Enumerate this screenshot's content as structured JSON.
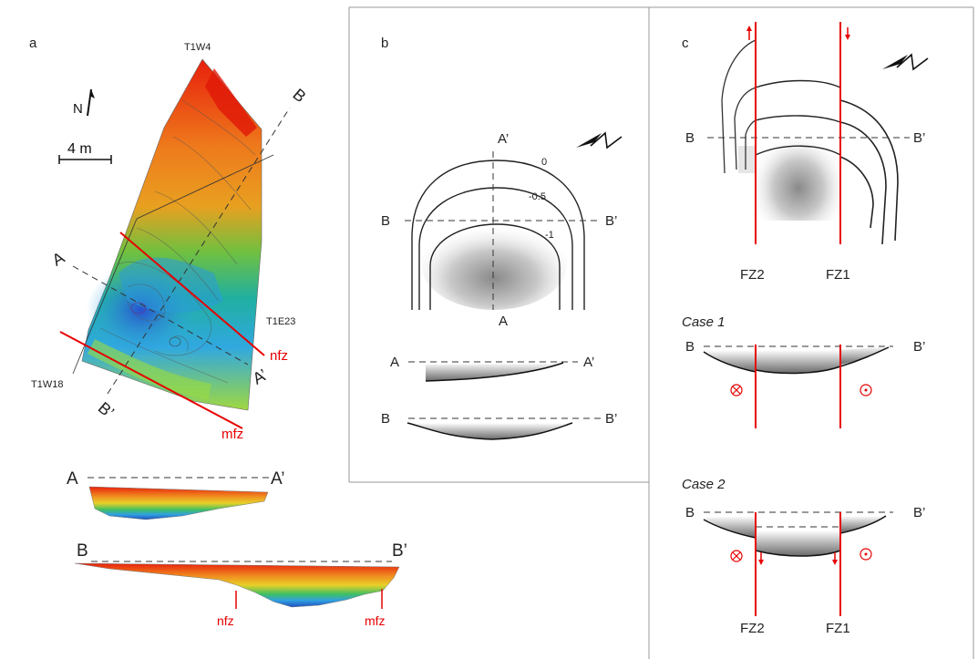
{
  "panel_a": {
    "letter": "a",
    "north": "N",
    "scale": "4 m",
    "points": {
      "t1w4": "T1W4",
      "t1e23": "T1E23",
      "t1w18": "T1W18"
    },
    "lines": {
      "b_top": "B",
      "b_bottom": "B’",
      "a_left": "A",
      "a_right": "A’"
    },
    "faults": {
      "nfz": "nfz",
      "mfz": "mfz"
    },
    "profile_aa": {
      "left": "A",
      "right": "A’"
    },
    "profile_bb": {
      "left": "B",
      "right": "B’",
      "nfz": "nfz",
      "mfz": "mfz"
    }
  },
  "panel_b": {
    "letter": "b",
    "north": "N",
    "contours": [
      "0",
      "-0.5",
      "-1"
    ],
    "map_labels": {
      "a_top": "A’",
      "a_bottom": "A",
      "b_left": "B",
      "b_right": "B’"
    },
    "profile_aa": {
      "left": "A",
      "right": "A’"
    },
    "profile_bb": {
      "left": "B",
      "right": "B’"
    }
  },
  "panel_c": {
    "letter": "c",
    "north": "N",
    "map_labels": {
      "b_left": "B",
      "b_right": "B’",
      "fz2": "FZ2",
      "fz1": "FZ1"
    },
    "case1": {
      "title": "Case 1",
      "left": "B",
      "right": "B’"
    },
    "case2": {
      "title": "Case 2",
      "left": "B",
      "right": "B’",
      "fz2": "FZ2",
      "fz1": "FZ1"
    }
  },
  "colors": {
    "fault": "#e60000",
    "dash": "#333333",
    "frame": "#999999"
  }
}
